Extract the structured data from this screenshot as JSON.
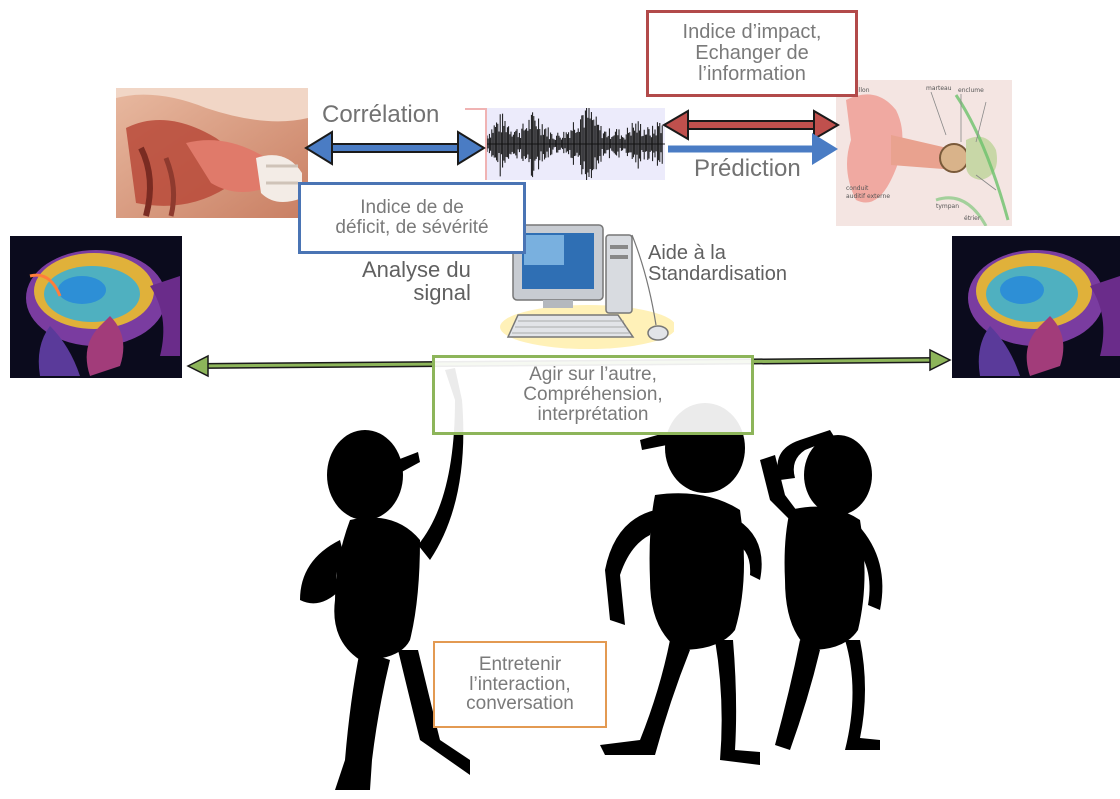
{
  "labels": {
    "correlation": "Corrélation",
    "prediction": "Prédiction",
    "analyse_line1": "Analyse du",
    "analyse_line2": "signal",
    "aide_line1": "Aide à la",
    "aide_line2": "Standardisation"
  },
  "boxes": {
    "impact": [
      "Indice d’impact,",
      "Echanger de",
      "l’information"
    ],
    "deficit": [
      "Indice de de",
      "déficit, de sévérité"
    ],
    "agir": [
      "Agir sur l’autre,",
      "Compréhension,",
      "interprétation"
    ],
    "entretenir": [
      "Entretenir",
      "l’interaction,",
      "conversation"
    ]
  },
  "colors": {
    "impact_border": "#b24a4a",
    "deficit_border": "#4a74b4",
    "agir_border": "#8db55a",
    "entretenir_border": "#e39a52",
    "blue_arrow": "#4a7cc4",
    "red_arrow": "#c0504d",
    "green_arrow": "#8db55a"
  },
  "icons": {
    "vocal_tract": "vocal-tract-illustration",
    "waveform": "speech-waveform",
    "ear": "ear-anatomy-illustration",
    "brain_left": "brain-mri-scan",
    "brain_right": "brain-mri-scan",
    "computer": "desktop-computer",
    "people": "stick-figure-silhouettes"
  }
}
